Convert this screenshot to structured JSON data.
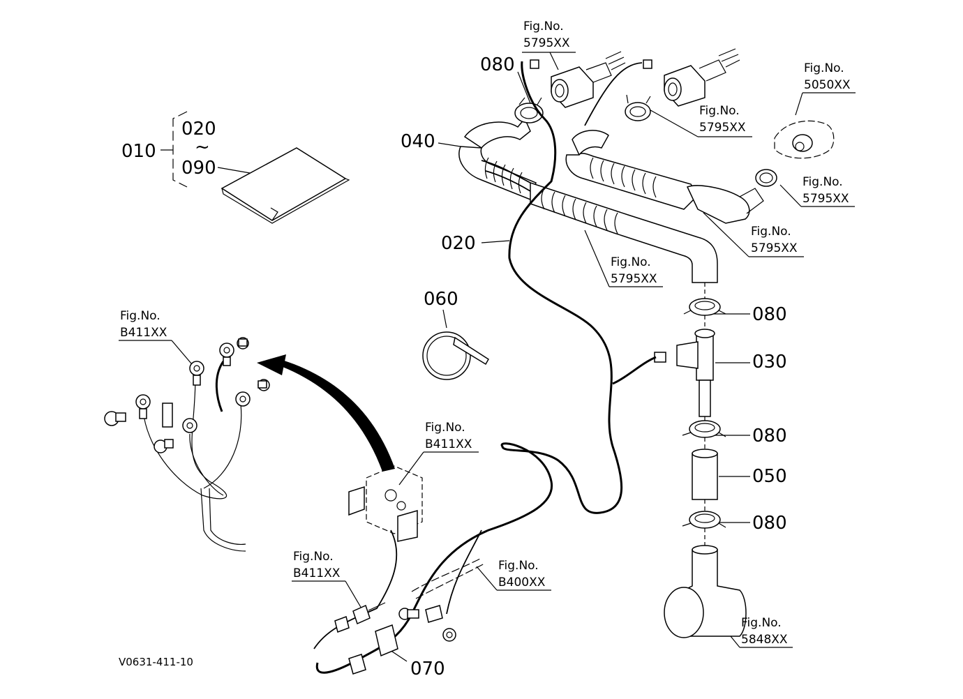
{
  "callouts": {
    "p010": "010",
    "p020_top": "020",
    "tilde": "~",
    "p090": "090",
    "p040": "040",
    "p020": "020",
    "p080_top": "080",
    "p060": "060",
    "p080_a": "080",
    "p030": "030",
    "p080_b": "080",
    "p050": "050",
    "p080_c": "080",
    "p070": "070"
  },
  "fig_refs": {
    "top_center": {
      "label": "Fig.No.",
      "number": "5795XX"
    },
    "top_right": {
      "label": "Fig.No.",
      "number": "5795XX"
    },
    "far_right_top": {
      "label": "Fig.No.",
      "number": "5050XX"
    },
    "far_right_mid": {
      "label": "Fig.No.",
      "number": "5795XX"
    },
    "right_mid": {
      "label": "Fig.No.",
      "number": "5795XX"
    },
    "center_mid": {
      "label": "Fig.No.",
      "number": "5795XX"
    },
    "left_upper": {
      "label": "Fig.No.",
      "number": "B411XX"
    },
    "center_lower": {
      "label": "Fig.No.",
      "number": "B411XX"
    },
    "bottom_left": {
      "label": "Fig.No.",
      "number": "B411XX"
    },
    "bottom_center": {
      "label": "Fig.No.",
      "number": "B400XX"
    },
    "bottom_right": {
      "label": "Fig.No.",
      "number": "5848XX"
    }
  },
  "drawing_code": "V0631-411-10"
}
